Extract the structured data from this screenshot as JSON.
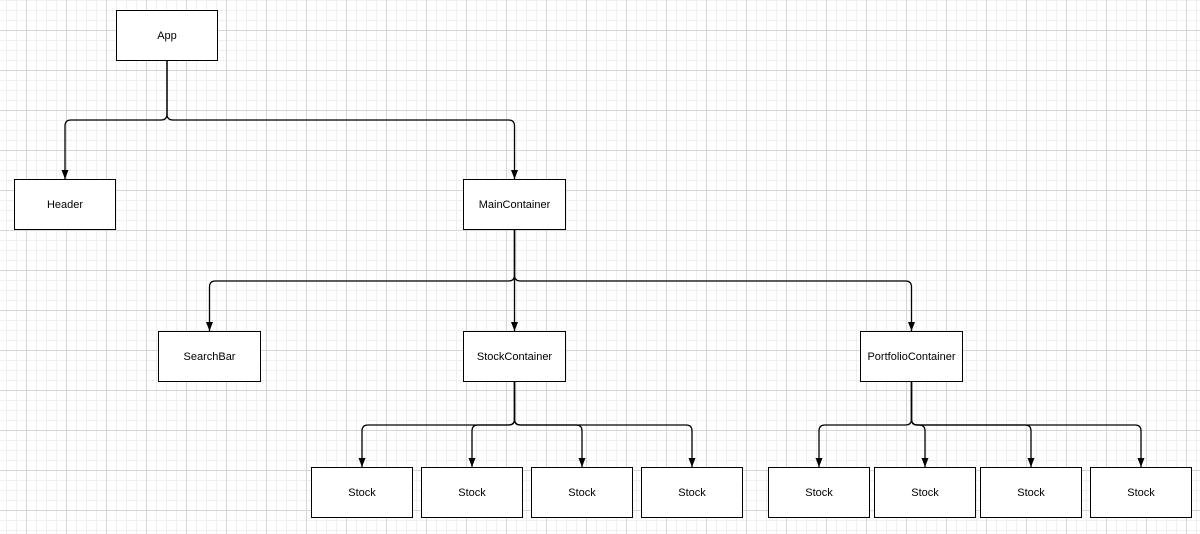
{
  "diagram": {
    "nodes": {
      "app": "App",
      "header": "Header",
      "main_container": "MainContainer",
      "search_bar": "SearchBar",
      "stock_container": "StockContainer",
      "portfolio_container": "PortfolioContainer",
      "stock_1": "Stock",
      "stock_2": "Stock",
      "stock_3": "Stock",
      "stock_4": "Stock",
      "stock_5": "Stock",
      "stock_6": "Stock",
      "stock_7": "Stock",
      "stock_8": "Stock"
    },
    "edges": [
      {
        "from": "app",
        "to": "header"
      },
      {
        "from": "app",
        "to": "main_container"
      },
      {
        "from": "main_container",
        "to": "search_bar"
      },
      {
        "from": "main_container",
        "to": "stock_container"
      },
      {
        "from": "main_container",
        "to": "portfolio_container"
      },
      {
        "from": "stock_container",
        "to": "stock_1"
      },
      {
        "from": "stock_container",
        "to": "stock_2"
      },
      {
        "from": "stock_container",
        "to": "stock_3"
      },
      {
        "from": "stock_container",
        "to": "stock_4"
      },
      {
        "from": "portfolio_container",
        "to": "stock_5"
      },
      {
        "from": "portfolio_container",
        "to": "stock_6"
      },
      {
        "from": "portfolio_container",
        "to": "stock_7"
      },
      {
        "from": "portfolio_container",
        "to": "stock_8"
      }
    ]
  }
}
